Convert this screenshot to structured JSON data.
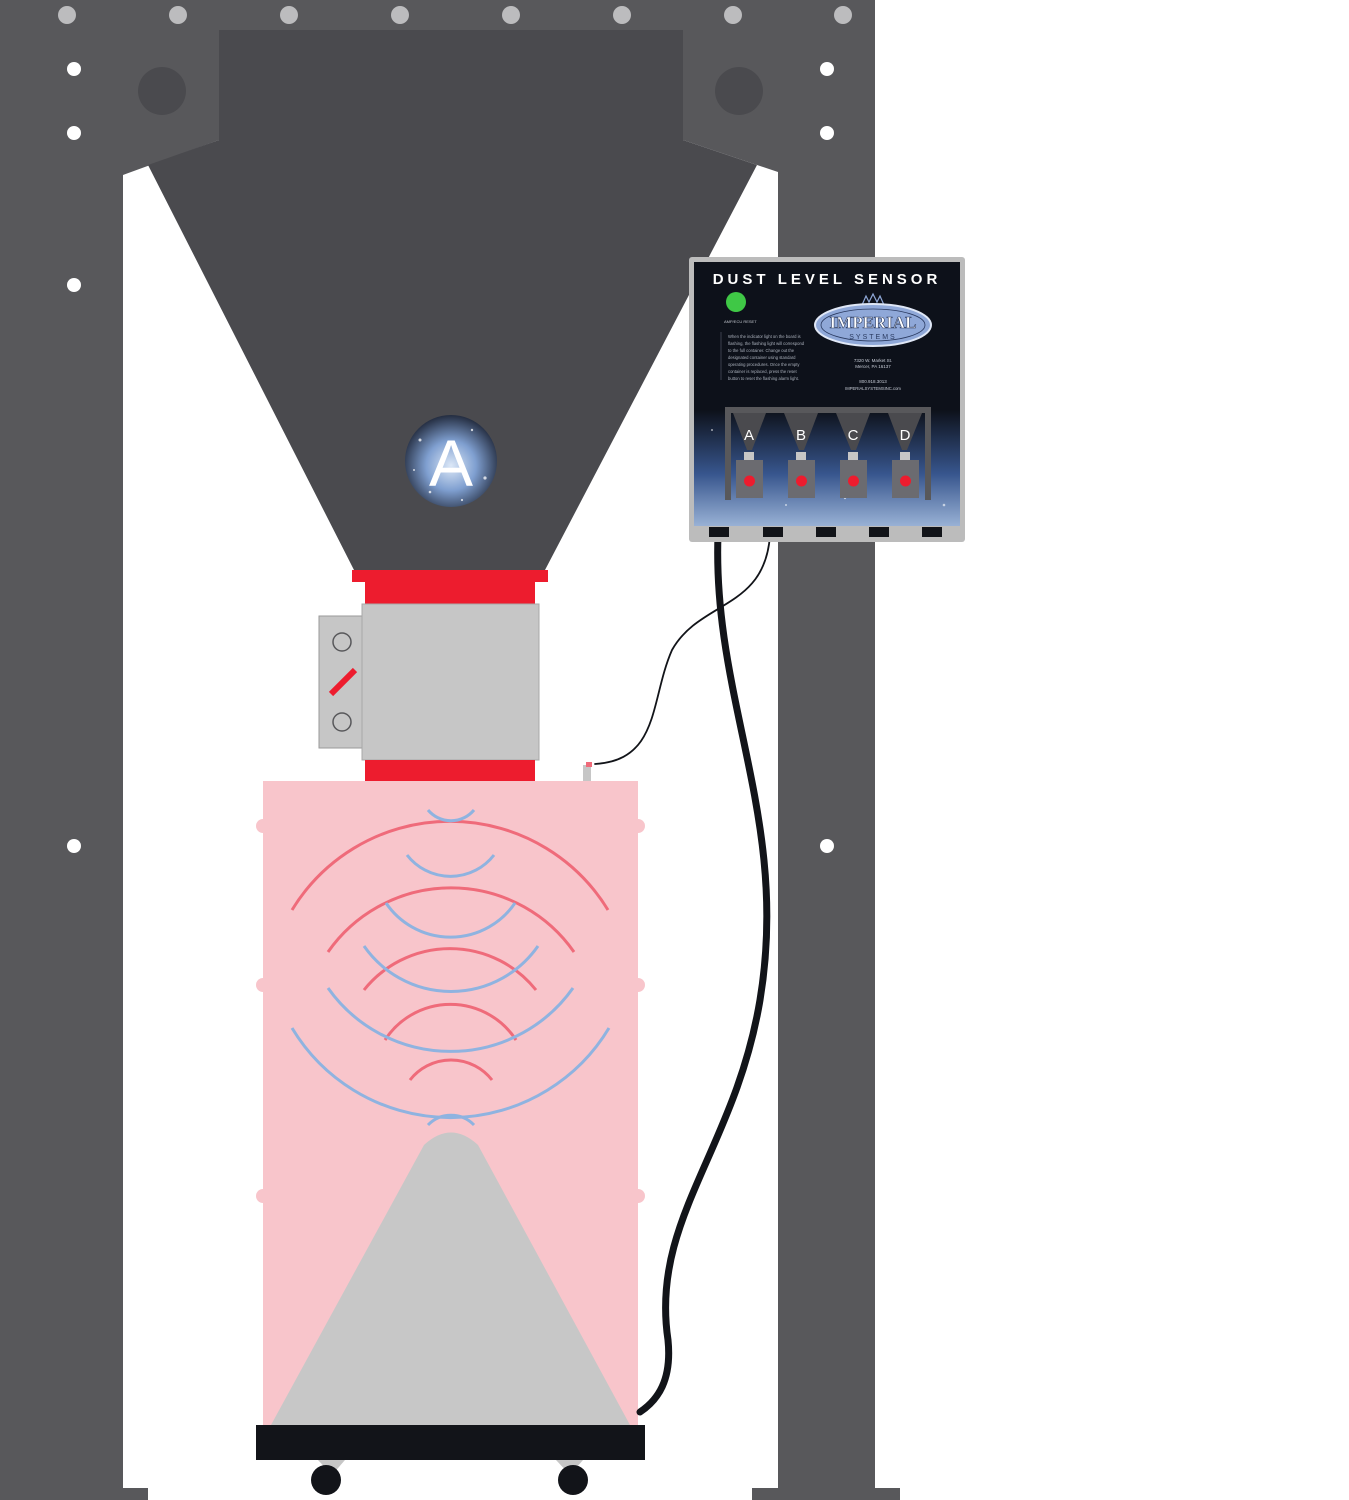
{
  "colors": {
    "frame": "#58585b",
    "hopper": "#4a4a4e",
    "container": "#f8c5cb",
    "flange_red": "#ed1c2e",
    "gate_gray": "#c6c6c6",
    "panel_dark": "#0d111a",
    "panel_border": "#bcbcbc",
    "logo_blue": "#8fa8d8",
    "wave_red": "#ef6b7a",
    "wave_blue": "#8fb3e0",
    "cart": "#121419",
    "indicator_green": "#3fc846"
  },
  "hopper": {
    "label": "A",
    "icon": "dust-badge-icon"
  },
  "panel": {
    "title": "DUST LEVEL SENSOR",
    "status_label": "AMP/ECU RESET",
    "instructions": [
      "When the indicator light on the board is",
      "flashing, the flashing light will correspond",
      "to the full container. Change out the",
      "designated container using standard",
      "operating procedures. Once the empty",
      "container is replaced, press the reset",
      "button to reset the flashing alarm light."
    ],
    "logo": {
      "main": "IMPERIAL",
      "sub": "SYSTEMS"
    },
    "address_line1": "7320 W. Market St.",
    "address_line2": "Mercer, PA 16137",
    "phone": "800.918.3013",
    "website": "IMPERIALSYSTEMSINC.com",
    "hoppers": [
      {
        "letter": "A"
      },
      {
        "letter": "B"
      },
      {
        "letter": "C"
      },
      {
        "letter": "D"
      }
    ]
  }
}
